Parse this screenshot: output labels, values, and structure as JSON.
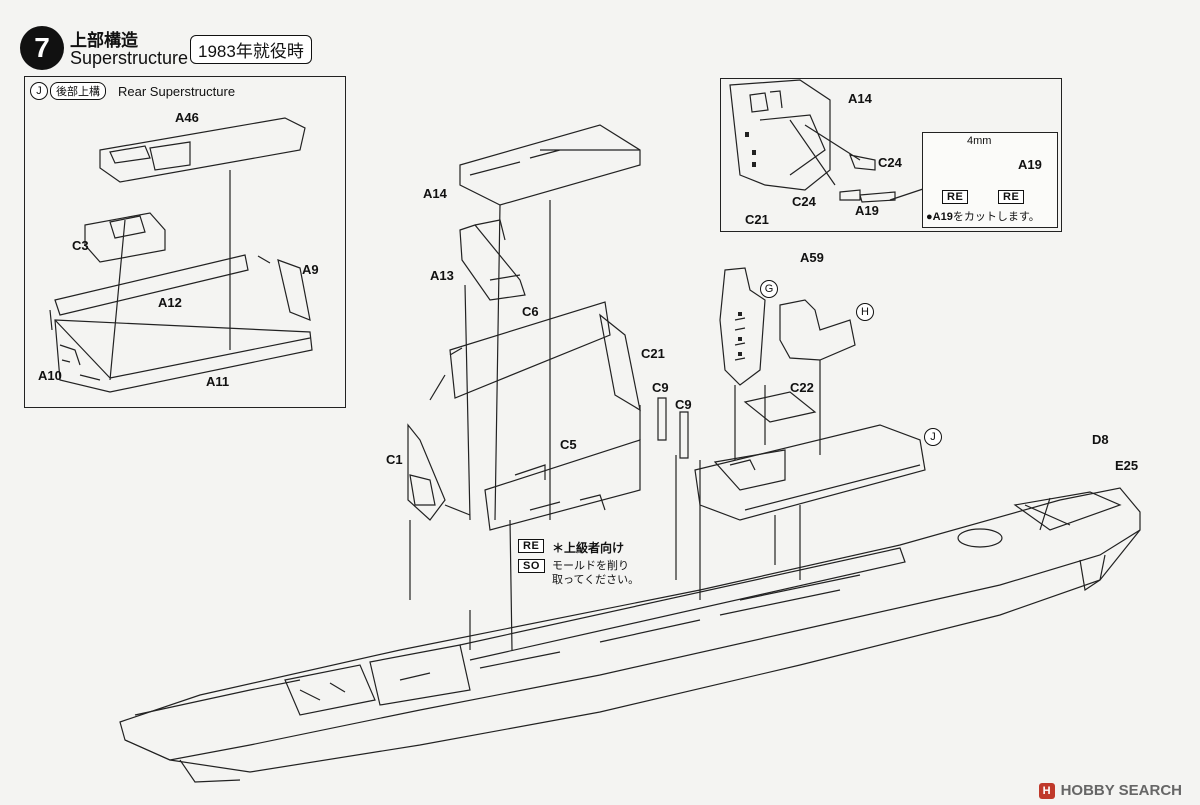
{
  "header": {
    "step_number": "7",
    "title_jp": "上部構造",
    "title_en": "Superstructure",
    "year_label": "1983年就役時"
  },
  "rear_panel": {
    "tag": "J",
    "tag_jp": "後部上構",
    "title": "Rear Superstructure",
    "parts": {
      "a46": "A46",
      "c3": "C3",
      "a9": "A9",
      "a12": "A12",
      "a10": "A10",
      "a11": "A11"
    }
  },
  "detail_panel": {
    "parts": {
      "a14": "A14",
      "c24_right": "C24",
      "c24_left": "C24",
      "a19": "A19",
      "c21": "C21"
    },
    "inset": {
      "dimension": "4mm",
      "part": "A19",
      "re_left": "RE",
      "re_right": "RE",
      "note_part": "A19",
      "note_text": "をカットします。"
    }
  },
  "main": {
    "parts": {
      "a14": "A14",
      "a13": "A13",
      "c6": "C6",
      "c21": "C21",
      "c9_left": "C9",
      "c9_right": "C9",
      "c1": "C1",
      "c5": "C5",
      "a59": "A59",
      "g": "G",
      "h": "H",
      "c22": "C22",
      "j": "J",
      "d8": "D8",
      "e25": "E25"
    },
    "notes": {
      "re": "RE",
      "re_text": "＊上級者向け",
      "so": "SO",
      "so_text_1": "モールドを削り",
      "so_text_2": "取ってください。"
    }
  },
  "watermark": {
    "text": "HOBBY SEARCH",
    "logo": "H"
  },
  "colors": {
    "ink": "#111111",
    "paper": "#f4f4f2"
  }
}
